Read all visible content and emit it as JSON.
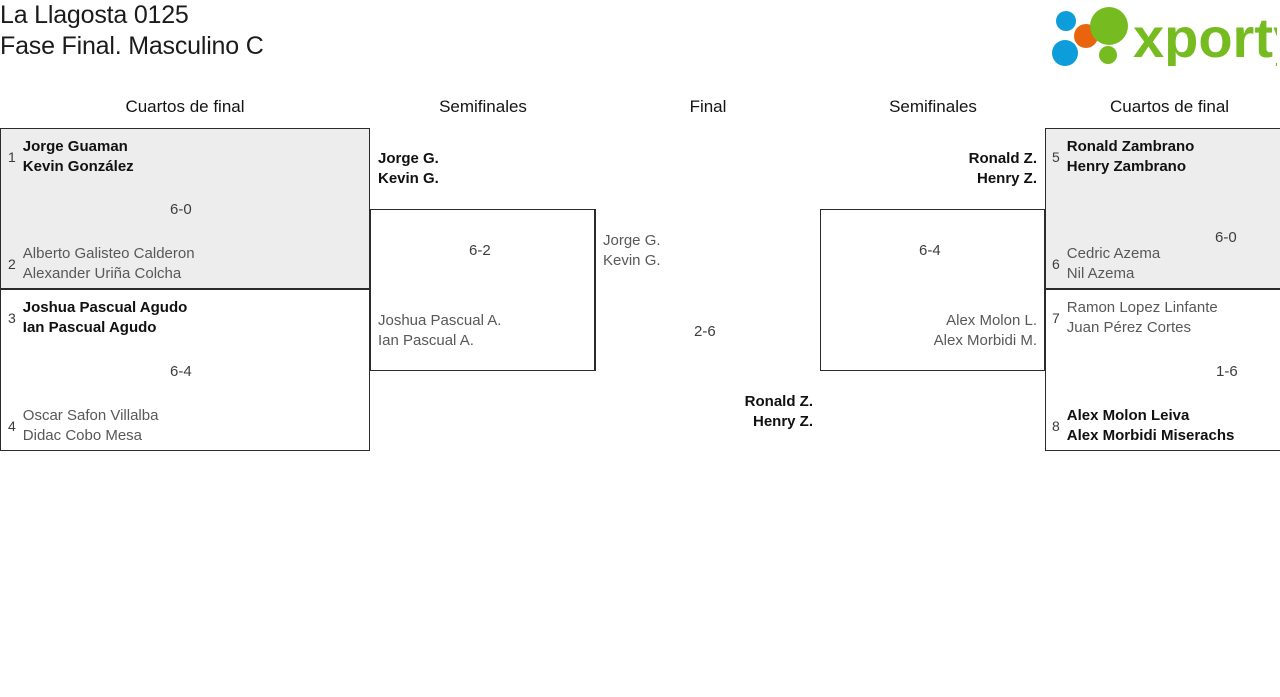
{
  "header": {
    "title_line1": "La Llagosta 0125",
    "title_line2": "Fase Final. Masculino C",
    "logo_text": "xporty",
    "logo_colors": {
      "green": "#76bc21",
      "blue": "#0d9ddb",
      "orange": "#e8650d"
    }
  },
  "rounds": [
    {
      "key": "qf-left",
      "label": "Cuartos de final"
    },
    {
      "key": "sf-left",
      "label": "Semifinales"
    },
    {
      "key": "final",
      "label": "Final"
    },
    {
      "key": "sf-right",
      "label": "Semifinales"
    },
    {
      "key": "qf-right",
      "label": "Cuartos de final"
    }
  ],
  "bracket": {
    "quarterfinals_left": [
      {
        "score": "6-0",
        "top": {
          "seed": "1",
          "p1": "Jorge Guaman",
          "p2": "Kevin González",
          "result": "winner"
        },
        "bottom": {
          "seed": "2",
          "p1": "Alberto Galisteo Calderon",
          "p2": "Alexander Uriña Colcha",
          "result": "loser"
        }
      },
      {
        "score": "6-4",
        "top": {
          "seed": "3",
          "p1": "Joshua Pascual Agudo",
          "p2": "Ian Pascual Agudo",
          "result": "winner"
        },
        "bottom": {
          "seed": "4",
          "p1": "Oscar Safon Villalba",
          "p2": "Didac Cobo Mesa",
          "result": "loser"
        }
      }
    ],
    "semifinal_left": {
      "score": "6-2",
      "top": {
        "p1": "Jorge G.",
        "p2": "Kevin G.",
        "result": "winner"
      },
      "bottom": {
        "p1": "Joshua Pascual A.",
        "p2": "Ian Pascual A.",
        "result": "loser"
      }
    },
    "final": {
      "score": "2-6",
      "top": {
        "p1": "Jorge G.",
        "p2": "Kevin G.",
        "result": "loser"
      },
      "bottom": {
        "p1": "Ronald Z.",
        "p2": "Henry Z.",
        "result": "winner"
      }
    },
    "semifinal_right": {
      "score": "6-4",
      "top": {
        "p1": "Ronald Z.",
        "p2": "Henry Z.",
        "result": "winner"
      },
      "bottom": {
        "p1": "Alex Molon L.",
        "p2": "Alex Morbidi M.",
        "result": "loser"
      }
    },
    "quarterfinals_right": [
      {
        "score": "6-0",
        "top": {
          "seed": "5",
          "p1": "Ronald Zambrano",
          "p2": "Henry Zambrano",
          "result": "winner"
        },
        "bottom": {
          "seed": "6",
          "p1": "Cedric Azema",
          "p2": "Nil Azema",
          "result": "loser"
        }
      },
      {
        "score": "1-6",
        "top": {
          "seed": "7",
          "p1": "Ramon Lopez Linfante",
          "p2": "Juan Pérez Cortes",
          "result": "loser"
        },
        "bottom": {
          "seed": "8",
          "p1": "Alex Molon Leiva",
          "p2": "Alex Morbidi Miserachs",
          "result": "winner"
        }
      }
    ]
  }
}
